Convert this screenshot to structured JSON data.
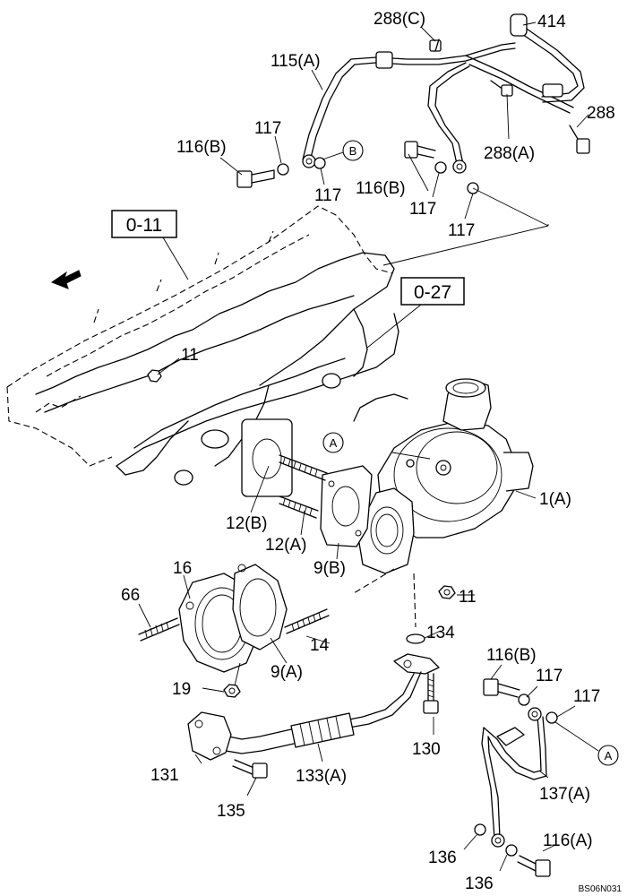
{
  "labels": {
    "p288c": "288(C)",
    "p414": "414",
    "p288": "288",
    "p115a": "115(A)",
    "p288a": "288(A)",
    "p116b_top": "116(B)",
    "p117_a": "117",
    "p117_b": "117",
    "p116b_mid": "116(B)",
    "p117_c": "117",
    "p117_d": "117",
    "p0_11": "0-11",
    "p0_27": "0-27",
    "p11_top": "11",
    "p1a": "1(A)",
    "p12b": "12(B)",
    "p12a": "12(A)",
    "p9b": "9(B)",
    "p16": "16",
    "p66": "66",
    "p11_bot": "11",
    "p134": "134",
    "p14": "14",
    "p9a": "9(A)",
    "p116b_low": "116(B)",
    "p117_e": "117",
    "p117_f": "117",
    "p19": "19",
    "p130": "130",
    "p131": "131",
    "p133a": "133(A)",
    "p137a": "137(A)",
    "p135": "135",
    "p136_a": "136",
    "p136_b": "136",
    "p116a": "116(A)"
  },
  "callouts": {
    "b_top": "B",
    "a_mid": "A",
    "a_right": "A"
  },
  "drawing_code": "BS06N031",
  "icons": {
    "direction_arrow": "front-direction-arrow-icon"
  }
}
